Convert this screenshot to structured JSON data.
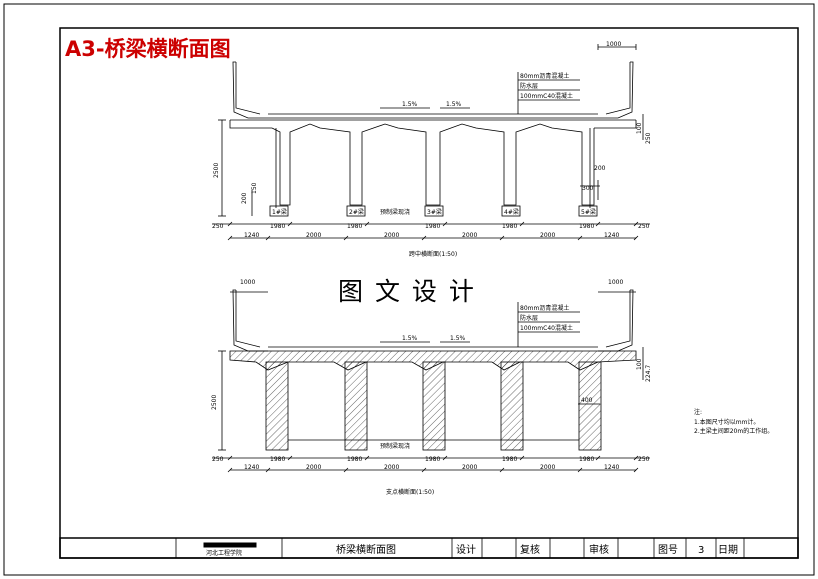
{
  "title": "A3-桥梁横断面图",
  "watermark": "图 文 设 计",
  "top": {
    "caption": "跨中横断面(1:50)",
    "dim_top": "1000",
    "pavement": [
      "80mm沥青混凝土",
      "防水层",
      "100mmC40混凝土"
    ],
    "slopes": [
      "1.5%",
      "1.5%"
    ],
    "height": "2500",
    "right_dims": [
      "100",
      "250",
      "200",
      "300"
    ],
    "left_dims": [
      "200",
      "150"
    ],
    "beam_labels": [
      "1#梁",
      "2#梁",
      "3#梁",
      "4#梁",
      "5#梁"
    ],
    "note_label": "预制梁现浇",
    "row1": [
      "250",
      "1980",
      "1980",
      "1980",
      "1980",
      "1980",
      "250"
    ],
    "row2": [
      "1240",
      "2000",
      "2000",
      "2000",
      "2000",
      "1240"
    ]
  },
  "bottom": {
    "caption": "支点横断面(1:50)",
    "dim_top": "1000",
    "pavement": [
      "80mm沥青混凝土",
      "防水层",
      "100mmC40混凝土"
    ],
    "slopes": [
      "1.5%",
      "1.5%"
    ],
    "height": "2500",
    "right_dims": [
      "100",
      "224.7"
    ],
    "mid_dim": "400",
    "note_label": "预制梁现浇",
    "row1": [
      "250",
      "1980",
      "1980",
      "1980",
      "1980",
      "1980",
      "250"
    ],
    "row2": [
      "1240",
      "2000",
      "2000",
      "2000",
      "2000",
      "1240"
    ]
  },
  "notes": {
    "head": "注:",
    "lines": [
      "1.本图尺寸均以mm计。",
      "2.主梁主间距20m的工作组。"
    ]
  },
  "title_block": {
    "logo_text": "河北工程学院",
    "drawing_name": "桥梁横断面图",
    "design": "设计",
    "review": "复核",
    "approve": "审核",
    "sheet_no_label": "图号",
    "sheet_no": "3",
    "date": "日期"
  },
  "colors": {
    "title": "#cc0000",
    "line": "#000000"
  }
}
